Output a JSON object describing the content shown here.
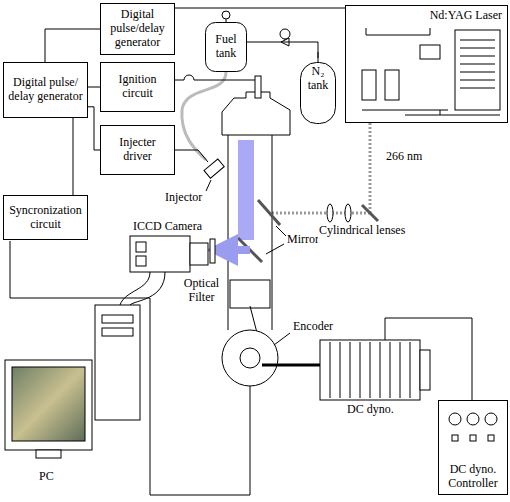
{
  "diagram": {
    "nodes": [
      {
        "text": [
          "Digital pulse/delay generator"
        ]
      },
      {
        "text": [
          "Fuel tank"
        ]
      },
      {
        "text": [
          "N₂ tank"
        ]
      },
      {
        "text": [
          "Nd:YAG Laser"
        ]
      },
      {
        "text": [
          "Digital pulse/ delay generator"
        ]
      },
      {
        "text": [
          "Ignition circuit"
        ]
      },
      {
        "text": [
          "Injecter driver"
        ]
      },
      {
        "text": [
          "Syncronization circuit"
        ]
      },
      {
        "text": [
          "DC dyno. Controller"
        ]
      }
    ],
    "edges": [
      {
        "from": 4,
        "to": 0,
        "arrow": "none"
      },
      {
        "from": 4,
        "to": 5,
        "arrow": "none"
      },
      {
        "from": 4,
        "to": 6,
        "arrow": "none"
      },
      {
        "from": 4,
        "to": 7,
        "arrow": "none"
      },
      {
        "from": 0,
        "to": 3,
        "arrow": "none"
      },
      {
        "from": 1,
        "to": 2,
        "arrow": "none"
      }
    ],
    "labels": [
      "266 nm",
      "Injector",
      "Mirror",
      "Cylindrical lenses",
      "ICCD Camera",
      "Optical Filter",
      "Encoder",
      "DC dyno.",
      "PC"
    ]
  }
}
